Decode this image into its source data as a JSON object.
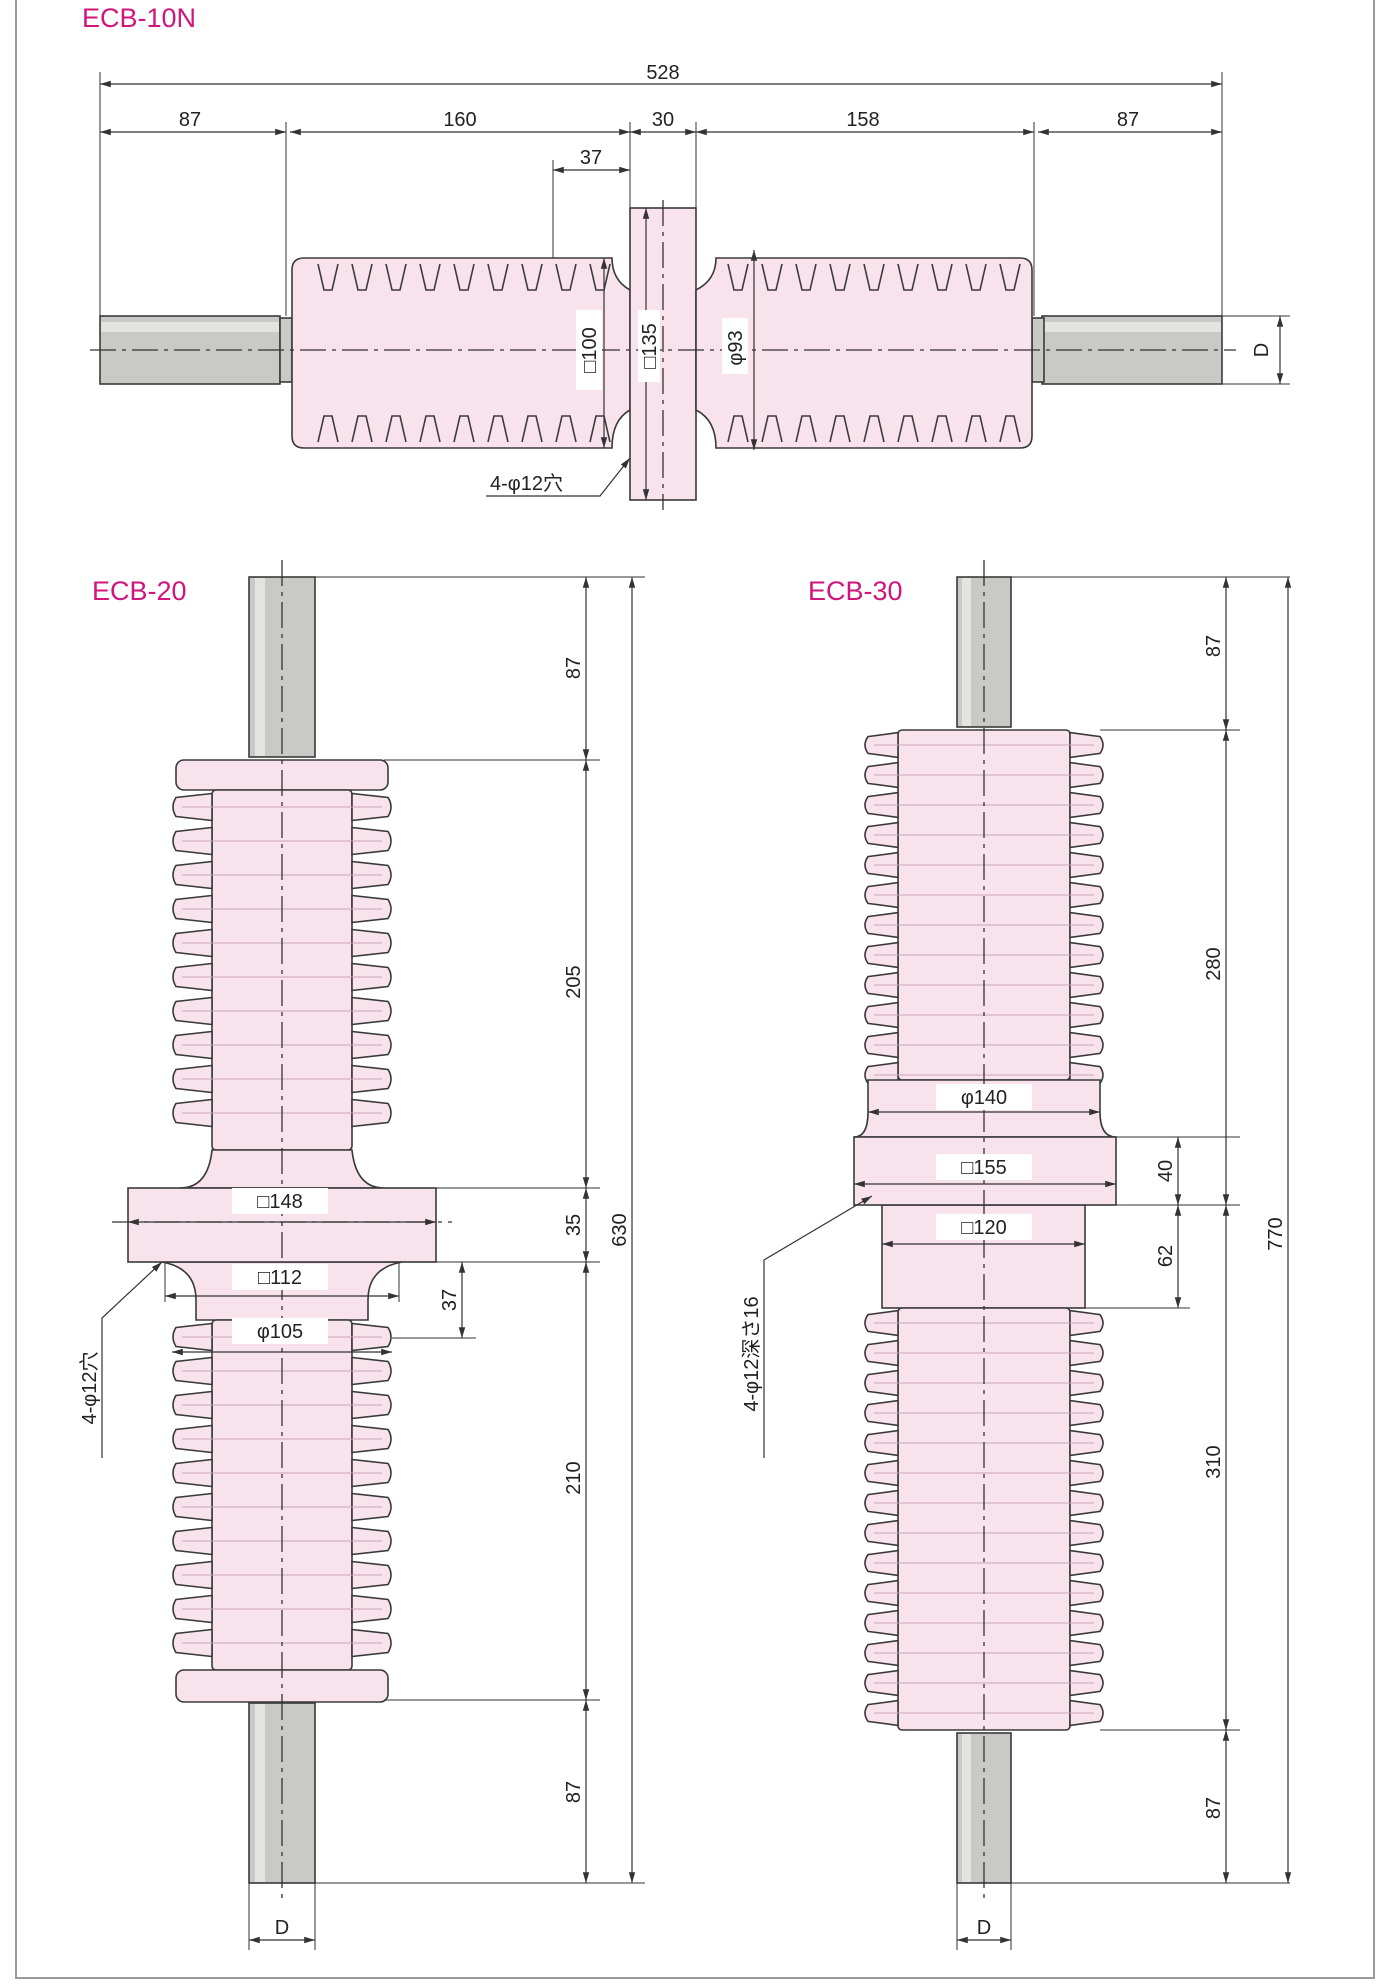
{
  "drawings": {
    "ecb10n": {
      "title": "ECB-10N",
      "dims": {
        "overall": "528",
        "left_rod": "87",
        "left_body": "160",
        "flange": "30",
        "right_body": "158",
        "right_rod": "87",
        "shed_pitch": "37",
        "sq100": "□100",
        "sq135": "□135",
        "phi93": "φ93",
        "d": "D",
        "holes": "4-φ12穴"
      }
    },
    "ecb20": {
      "title": "ECB-20",
      "dims": {
        "top_rod": "87",
        "upper_body": "205",
        "flange": "35",
        "lower_body": "210",
        "bottom_rod": "87",
        "overall": "630",
        "gap": "37",
        "sq148": "□148",
        "sq112": "□112",
        "phi105": "φ105",
        "d": "D",
        "holes": "4-φ12穴"
      }
    },
    "ecb30": {
      "title": "ECB-30",
      "dims": {
        "top_rod": "87",
        "upper_body": "280",
        "flange": "40",
        "neck": "62",
        "lower_body": "310",
        "bottom_rod": "87",
        "overall": "770",
        "phi140": "φ140",
        "sq155": "□155",
        "sq120": "□120",
        "d": "D",
        "holes": "4-φ12深さ16"
      }
    }
  },
  "colors": {
    "title": "#d0157c",
    "insulator": "#f8e2ec",
    "rod": "#c9c9c6",
    "frame": "#9a9a9a"
  }
}
